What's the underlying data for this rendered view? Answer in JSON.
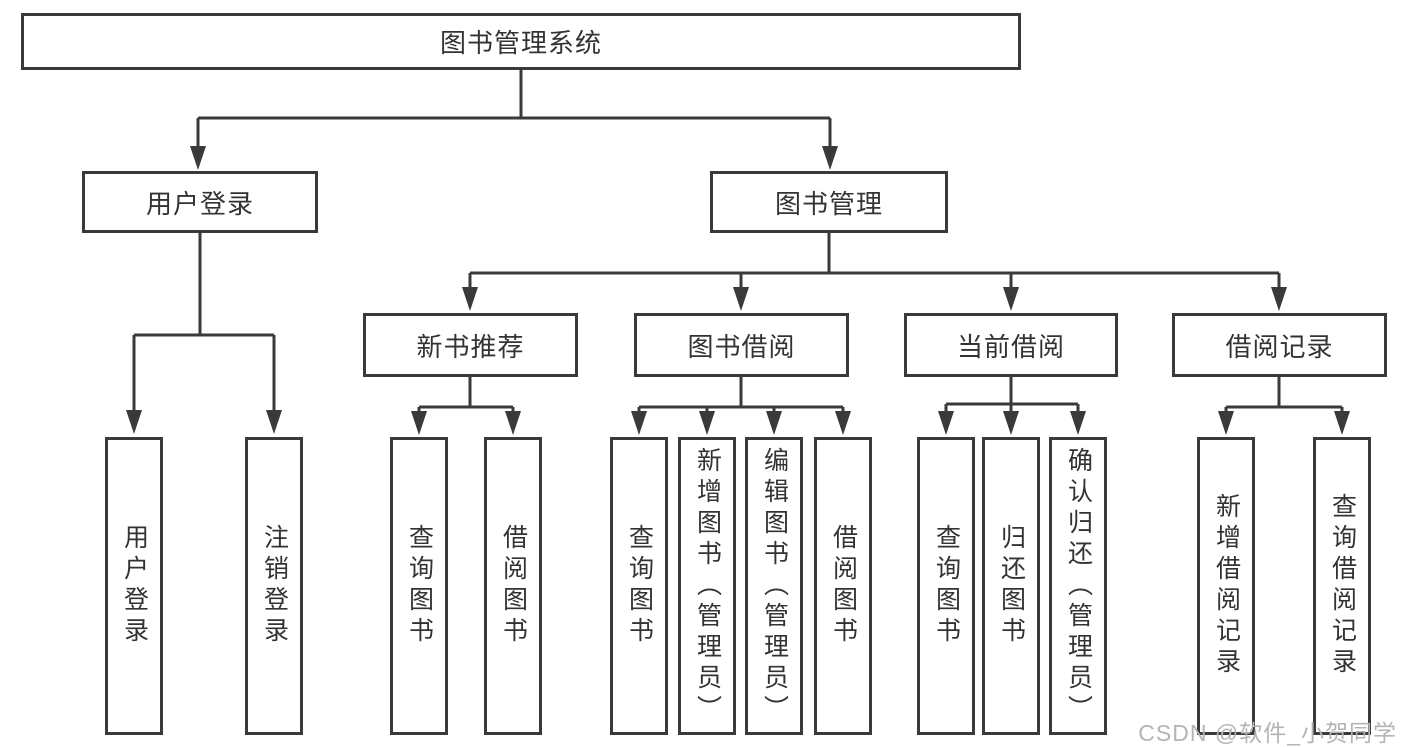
{
  "diagram_type": "hierarchy-tree",
  "tree": {
    "label": "图书管理系统",
    "children": [
      {
        "label": "用户登录",
        "children": [
          {
            "label": "用户登录"
          },
          {
            "label": "注销登录"
          }
        ]
      },
      {
        "label": "图书管理",
        "children": [
          {
            "label": "新书推荐",
            "children": [
              {
                "label": "查询图书"
              },
              {
                "label": "借阅图书"
              }
            ]
          },
          {
            "label": "图书借阅",
            "children": [
              {
                "label": "查询图书"
              },
              {
                "label": "新增图书（管理员）"
              },
              {
                "label": "编辑图书（管理员）"
              },
              {
                "label": "借阅图书"
              }
            ]
          },
          {
            "label": "当前借阅",
            "children": [
              {
                "label": "查询图书"
              },
              {
                "label": "归还图书"
              },
              {
                "label": "确认归还（管理员）"
              }
            ]
          },
          {
            "label": "借阅记录",
            "children": [
              {
                "label": "新增借阅记录"
              },
              {
                "label": "查询借阅记录"
              }
            ]
          }
        ]
      }
    ]
  },
  "watermark": "CSDN @软件_小贺同学",
  "colors": {
    "line": "#3a3a3a",
    "text": "#333333",
    "watermark": "#b4b4b4",
    "background": "#ffffff"
  }
}
